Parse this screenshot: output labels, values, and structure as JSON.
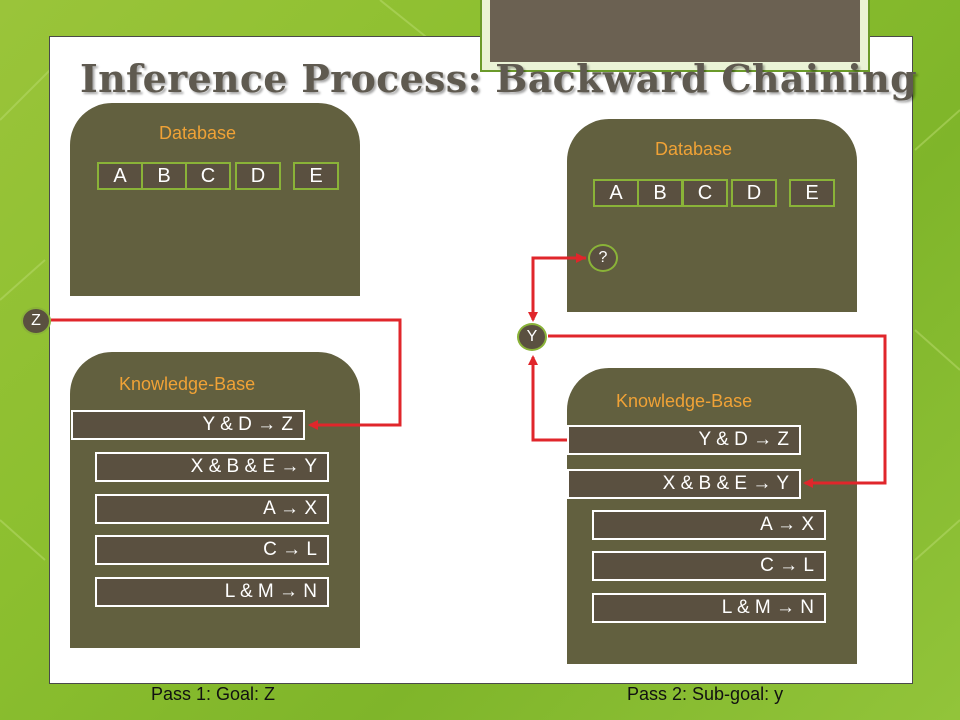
{
  "title": "Inference Process: Backward Chaining",
  "left": {
    "database_label": "Database",
    "facts": [
      "A",
      "B",
      "C",
      "D",
      "E"
    ],
    "goal_node": "Z",
    "kb_label": "Knowledge-Base",
    "rules": [
      "Y & D → Z",
      "X & B & E → Y",
      "A → X",
      "C → L",
      "L & M → N"
    ],
    "caption": "Pass 1: Goal: Z"
  },
  "right": {
    "database_label": "Database",
    "facts": [
      "A",
      "B",
      "C",
      "D",
      "E"
    ],
    "unknown_node": "?",
    "subgoal_node": "Y",
    "kb_label": "Knowledge-Base",
    "rules": [
      "Y & D → Z",
      "X & B & E → Y",
      "A → X",
      "C → L",
      "L & M → N"
    ],
    "caption": "Pass 2: Sub-goal: y"
  },
  "colors": {
    "panel": "#62603f",
    "panel_label": "#f0a236",
    "arrow": "#e0262b",
    "background": "#8cbf2f"
  }
}
